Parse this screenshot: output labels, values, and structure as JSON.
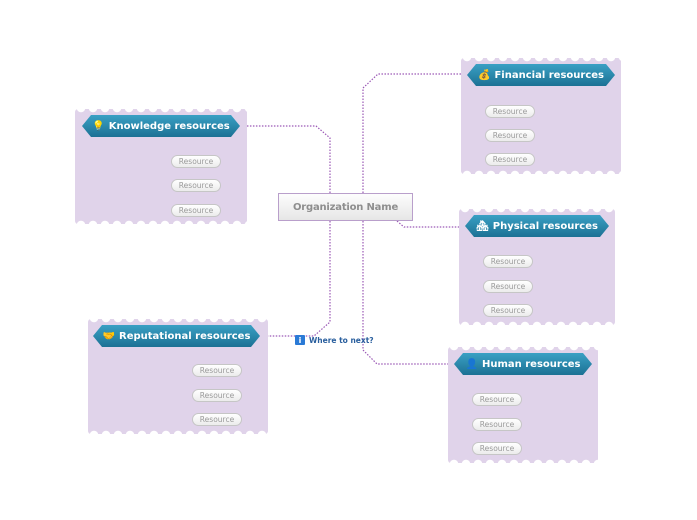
{
  "central": {
    "label": "Organization Name"
  },
  "hint": {
    "label": "Where to next?",
    "icon": "info-icon"
  },
  "branches": [
    {
      "id": "knowledge",
      "label": "Knowledge resources",
      "icon": "lightbulb-icon",
      "glyph": "💡",
      "resources": [
        "Resource",
        "Resource",
        "Resource"
      ]
    },
    {
      "id": "reputational",
      "label": "Reputational resources",
      "icon": "handshake-icon",
      "glyph": "🤝",
      "resources": [
        "Resource",
        "Resource",
        "Resource"
      ]
    },
    {
      "id": "financial",
      "label": "Financial resources",
      "icon": "money-bag-icon",
      "glyph": "💰",
      "resources": [
        "Resource",
        "Resource",
        "Resource"
      ]
    },
    {
      "id": "physical",
      "label": "Physical resources",
      "icon": "house-icon",
      "glyph": "🏘",
      "resources": [
        "Resource",
        "Resource",
        "Resource"
      ]
    },
    {
      "id": "human",
      "label": "Human resources",
      "icon": "person-icon",
      "glyph": "👤",
      "resources": [
        "Resource",
        "Resource",
        "Resource"
      ]
    }
  ],
  "colors": {
    "panel": "#e0d3ea",
    "header": "#2789ad",
    "connector": "#9b59b6"
  }
}
